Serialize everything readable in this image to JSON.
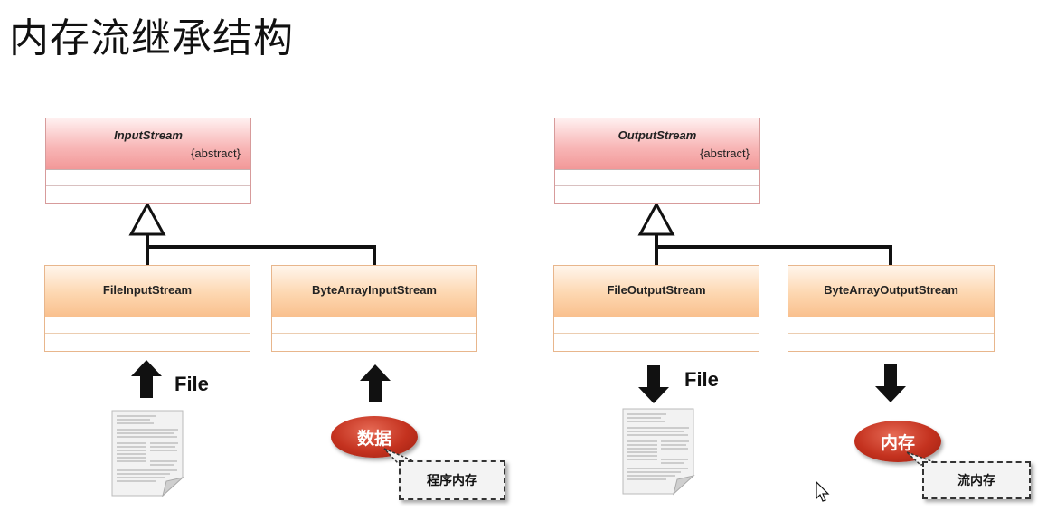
{
  "title": "内存流继承结构",
  "input": {
    "abstract_class": {
      "name": "InputStream",
      "stereotype": "{abstract}"
    },
    "left_class": {
      "name": "FileInputStream"
    },
    "right_class": {
      "name": "ByteArrayInputStream"
    },
    "left_source_label": "File",
    "right_source_oval": "数据",
    "right_source_note": "程序内存"
  },
  "output": {
    "abstract_class": {
      "name": "OutputStream",
      "stereotype": "{abstract}"
    },
    "left_class": {
      "name": "FileOutputStream"
    },
    "right_class": {
      "name": "ByteArrayOutputStream"
    },
    "left_target_label": "File",
    "right_target_oval": "内存",
    "right_target_note": "流内存"
  },
  "icons": [
    "up-arrow-icon",
    "down-arrow-icon",
    "document-icon",
    "mouse-cursor-icon"
  ],
  "colors": {
    "abstract_fill": "#f4a6a6",
    "concrete_fill": "#fcd0a4",
    "oval_fill": "#c4321f"
  }
}
